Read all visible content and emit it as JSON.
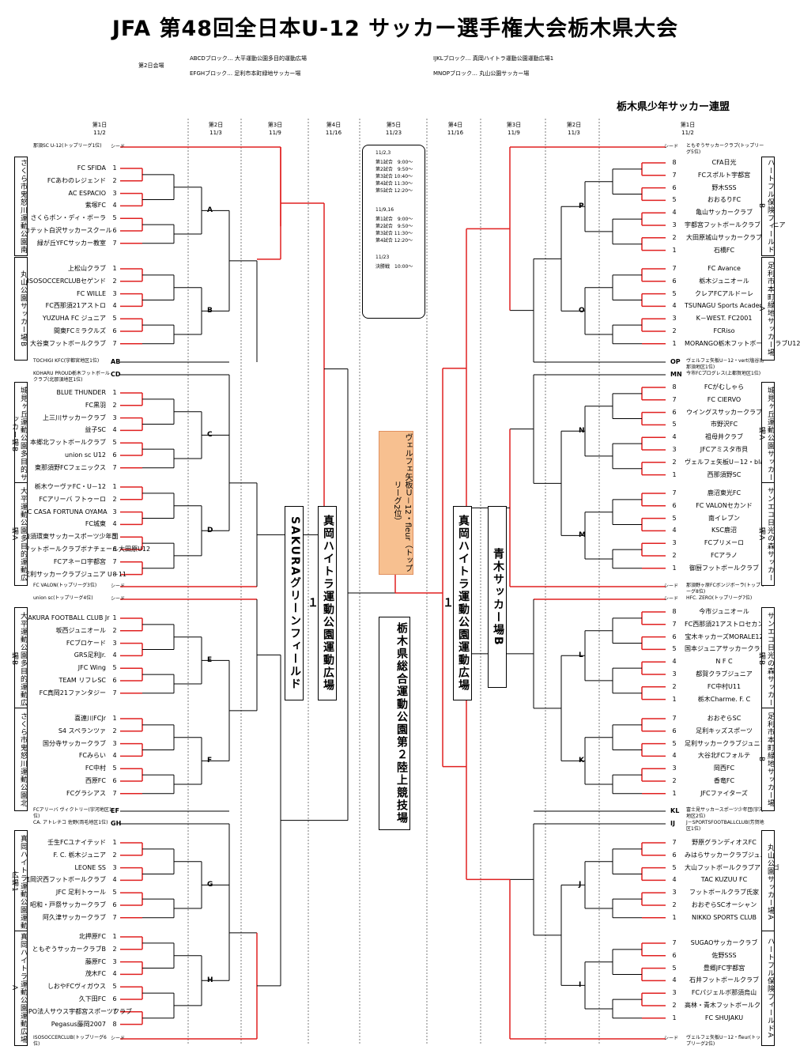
{
  "title": "JFA 第48回全日本U-12 サッカー選手権大会栃木県大会",
  "venue_header": {
    "day2_label": "第2日会場",
    "abcd": "ABCDブロック… 大平運動公園多目的運動広場",
    "efgh": "EFGHブロック… 足利市本町緑地サッカー場",
    "ijkl": "IJKLブロック… 真岡ハイトラ運動公園運動広場1",
    "mnop": "MNOPブロック… 丸山公園サッカー場"
  },
  "organizer": "栃木県少年サッカー連盟",
  "round_headers": [
    {
      "round": "第1日",
      "date": "11/2"
    },
    {
      "round": "第2日",
      "date": "11/3"
    },
    {
      "round": "第3日",
      "date": "11/9"
    },
    {
      "round": "第4日",
      "date": "11/16"
    },
    {
      "round": "第5日",
      "date": "11/23"
    },
    {
      "round": "第4日",
      "date": "11/16"
    },
    {
      "round": "第3日",
      "date": "11/9"
    },
    {
      "round": "第2日",
      "date": "11/3"
    },
    {
      "round": "第1日",
      "date": "11/2"
    }
  ],
  "schedule": {
    "d1": "11/2,3",
    "d1_rows": [
      "第1試合　9:00～",
      "第2試合　9:50～",
      "第3試合 10:40～",
      "第4試合 11:30～",
      "第5試合 12:20～"
    ],
    "d2": "11/9,16",
    "d2_rows": [
      "第1試合　9:00～",
      "第2試合　9:50～",
      "第3試合 11:30～",
      "第4試合 12:20～"
    ],
    "d3": "11/23",
    "d3_rows": [
      "決勝戦　10:00～"
    ]
  },
  "center_seed": "ヴェルフェ矢板Ｕ－12・fleur（トップリーグ2位）",
  "venues": {
    "sakura_green": "SAKURAグリーンフィールド",
    "moka_left": "真岡ハイトラ運動公園運動広場１",
    "moka_right": "真岡ハイトラ運動公園運動広場１",
    "aoki": "青木サッカー場B",
    "final": "栃木県総合運動公園第２陸上競技場"
  },
  "left_venues": [
    "さくら市鬼怒川運動公園南",
    "丸山公園サッカー場B",
    "城見ヶ丘運動公園多目的サッカー場B",
    "大平運動公園多目的運動広場A",
    "大平運動公園多目的運動広場B",
    "さくら市鬼怒川運動公園北",
    "真岡ハイトラ運動公園運動広場1",
    "真岡ハイトラ運動公園運動広場A"
  ],
  "right_venues": [
    "ハートフル保険フィールドB",
    "足利市本町緑地サッカー場A",
    "城見ヶ丘運動公園サッカー場A",
    "サンエコ日光の森サッカー場A",
    "サンエコ日光の森サッカー場B",
    "足利市本町緑地サッカー場B",
    "丸山公園サッカー場A",
    "ハートフル保険フィールドA"
  ],
  "left_teams": [
    {
      "n": "",
      "t": "那須SC U-12(トップリーグ1位)",
      "seed": true
    },
    {
      "n": "1",
      "t": "FC SFIDA"
    },
    {
      "n": "2",
      "t": "FCあわのレジェンド"
    },
    {
      "n": "3",
      "t": "AC ESPACIO"
    },
    {
      "n": "4",
      "t": "紫塚FC"
    },
    {
      "n": "5",
      "t": "さくらボン・ディ・ボーラ"
    },
    {
      "n": "6",
      "t": "カテット白沢サッカースクール"
    },
    {
      "n": "7",
      "t": "緑が丘YFCサッカー教室"
    },
    {
      "n": "1",
      "t": "上松山クラブ"
    },
    {
      "n": "2",
      "t": "ISOSOCCERCLUBセゲンド"
    },
    {
      "n": "3",
      "t": "FC WILLE"
    },
    {
      "n": "4",
      "t": "FC西那須21アストロ"
    },
    {
      "n": "5",
      "t": "YUZUHA FC ジュニア"
    },
    {
      "n": "6",
      "t": "間東FCミラクルズ"
    },
    {
      "n": "7",
      "t": "大谷東フットボールクラブ"
    },
    {
      "n": "AB",
      "t": "TOCHIGI KFC(宇都宮地区1位)",
      "seed": true
    },
    {
      "n": "CD",
      "t": "KOHARU PROUD栃木フットボールクラブ(北那須地区1位)",
      "seed": true
    },
    {
      "n": "1",
      "t": "BLUE THUNDER"
    },
    {
      "n": "2",
      "t": "FC黒羽"
    },
    {
      "n": "3",
      "t": "上三川サッカークラブ"
    },
    {
      "n": "4",
      "t": "益子SC"
    },
    {
      "n": "5",
      "t": "本郷北フットボールクラブ"
    },
    {
      "n": "6",
      "t": "union sc U12"
    },
    {
      "n": "7",
      "t": "東那須野FCフェニックス"
    },
    {
      "n": "1",
      "t": "栃木ウーヴァFC・U－12"
    },
    {
      "n": "2",
      "t": "FCアリーバ フトゥーロ"
    },
    {
      "n": "3",
      "t": "FC CASA FORTUNA OYAMA"
    },
    {
      "n": "4",
      "t": "FC城東"
    },
    {
      "n": "5",
      "t": "清須環東サッカースポーツ少年団"
    },
    {
      "n": "6",
      "t": "フットボールクラブボナチェール大田原U12"
    },
    {
      "n": "7",
      "t": "FCアネーロ宇都宮"
    },
    {
      "n": "8",
      "t": "足利サッカークラブジュニア U－11"
    },
    {
      "n": "",
      "t": "FC VALON(トップリーグ3位)",
      "seed": true
    },
    {
      "n": "",
      "t": "union sc(トップリーグ4位)",
      "seed": true
    },
    {
      "n": "1",
      "t": "SAKURA FOOTBALL CLUB Jr"
    },
    {
      "n": "2",
      "t": "坂西ジュニオール"
    },
    {
      "n": "3",
      "t": "FCブロケード"
    },
    {
      "n": "4",
      "t": "GRS足利Jr."
    },
    {
      "n": "5",
      "t": "JFC Wing"
    },
    {
      "n": "6",
      "t": "TEAM リフレSC"
    },
    {
      "n": "7",
      "t": "FC真岡21ファンタジー"
    },
    {
      "n": "1",
      "t": "喜連川FCJr"
    },
    {
      "n": "2",
      "t": "S4 スペランツァ"
    },
    {
      "n": "3",
      "t": "国分寺サッカークラブ"
    },
    {
      "n": "4",
      "t": "FCみらい"
    },
    {
      "n": "5",
      "t": "FC中村"
    },
    {
      "n": "6",
      "t": "西原FC"
    },
    {
      "n": "7",
      "t": "FCグラシアス"
    },
    {
      "n": "EF",
      "t": "FCアリーバ ヴィクトリー(宇河地区1位)",
      "seed": true
    },
    {
      "n": "GH",
      "t": "CA. アトレチコ 佐野(両毛地区1位)",
      "seed": true
    },
    {
      "n": "1",
      "t": "壬生FCユナイテッド"
    },
    {
      "n": "2",
      "t": "F. C. 栃木ジュニア"
    },
    {
      "n": "3",
      "t": "LEONE SS"
    },
    {
      "n": "4",
      "t": "真岡沢西フットボールクラブ"
    },
    {
      "n": "5",
      "t": "JFC 足利トゥール"
    },
    {
      "n": "6",
      "t": "昭和・戸祭サッカークラブ"
    },
    {
      "n": "7",
      "t": "阿久津サッカークラブ"
    },
    {
      "n": "1",
      "t": "北押原FC"
    },
    {
      "n": "2",
      "t": "ともぞうサッカークラブB"
    },
    {
      "n": "3",
      "t": "藤原FC"
    },
    {
      "n": "4",
      "t": "茂木FC"
    },
    {
      "n": "5",
      "t": "しおやFCヴィガウス"
    },
    {
      "n": "6",
      "t": "久下田FC"
    },
    {
      "n": "7",
      "t": "NPO法人サウス宇都宮スポーツクラブ"
    },
    {
      "n": "8",
      "t": "Pegasus藤岡2007"
    },
    {
      "n": "",
      "t": "ISOSOCCERCLUB(トップリーグ6位)",
      "seed": true
    }
  ],
  "right_teams": [
    {
      "n": "",
      "t": "ともぞうサッカークラブ(トップリーグ5位)",
      "seed": true
    },
    {
      "n": "8",
      "t": "CFA日光"
    },
    {
      "n": "7",
      "t": "FCスポルト宇都宮"
    },
    {
      "n": "6",
      "t": "野木SSS"
    },
    {
      "n": "5",
      "t": "おおるりFC"
    },
    {
      "n": "4",
      "t": "亀山サッカークラブ"
    },
    {
      "n": "3",
      "t": "宇都宮フットボールクラブジュニア"
    },
    {
      "n": "2",
      "t": "大田原城山サッカークラブ"
    },
    {
      "n": "1",
      "t": "石橋FC"
    },
    {
      "n": "7",
      "t": "FC Avance"
    },
    {
      "n": "6",
      "t": "栃木ジュニオール"
    },
    {
      "n": "5",
      "t": "クレアFCアルドーレ"
    },
    {
      "n": "4",
      "t": "TSUNAGU Sports Academy"
    },
    {
      "n": "3",
      "t": "K－WEST. FC2001"
    },
    {
      "n": "2",
      "t": "FCRiso"
    },
    {
      "n": "1",
      "t": "MORANGO栃木フットボールクラブU12"
    },
    {
      "n": "OP",
      "t": "ヴェルフェ矢板U－12・vert(塩谷南那須地区1位)",
      "seed": true
    },
    {
      "n": "MN",
      "t": "今市FCプログレス(上都賀地区1位)",
      "seed": true
    },
    {
      "n": "8",
      "t": "FCがむしゃら"
    },
    {
      "n": "7",
      "t": "FC CIERVO"
    },
    {
      "n": "6",
      "t": "ウイングスサッカークラブ"
    },
    {
      "n": "5",
      "t": "市野沢FC"
    },
    {
      "n": "4",
      "t": "祖母井クラブ"
    },
    {
      "n": "3",
      "t": "JFCアミスタ市貝"
    },
    {
      "n": "2",
      "t": "ヴェルフェ矢板U－12・blanc"
    },
    {
      "n": "1",
      "t": "西那須野SC"
    },
    {
      "n": "7",
      "t": "鹿沼東光FC"
    },
    {
      "n": "6",
      "t": "FC VALONセカンド"
    },
    {
      "n": "5",
      "t": "南イレブン"
    },
    {
      "n": "4",
      "t": "KSC鹿沼"
    },
    {
      "n": "3",
      "t": "FCプリメーロ"
    },
    {
      "n": "2",
      "t": "FCアラノ"
    },
    {
      "n": "1",
      "t": "御厨フットボールクラブ"
    },
    {
      "n": "",
      "t": "那須野ヶ原FCボンジボーラ(トップリーグ8位)",
      "seed": true
    },
    {
      "n": "",
      "t": "HFC. ZERO(トップリーグ7位)",
      "seed": true
    },
    {
      "n": "8",
      "t": "今市ジュニオール"
    },
    {
      "n": "7",
      "t": "FC西那須21アストロセカンド"
    },
    {
      "n": "6",
      "t": "宝木キッカーズMORALE12"
    },
    {
      "n": "5",
      "t": "国本ジュニアサッカークラブ"
    },
    {
      "n": "4",
      "t": "N F C"
    },
    {
      "n": "3",
      "t": "都賀クラブジュニア"
    },
    {
      "n": "2",
      "t": "FC中村U11"
    },
    {
      "n": "1",
      "t": "栃木Charme. F. C"
    },
    {
      "n": "7",
      "t": "おおぞらSC"
    },
    {
      "n": "6",
      "t": "足利キッズスポーツ"
    },
    {
      "n": "5",
      "t": "足利サッカークラブジュニア"
    },
    {
      "n": "4",
      "t": "大谷北FCフォルテ"
    },
    {
      "n": "3",
      "t": "岡西FC"
    },
    {
      "n": "2",
      "t": "香竜FC"
    },
    {
      "n": "1",
      "t": "JFCファイターズ"
    },
    {
      "n": "KL",
      "t": "富士見サッカースポーツ少年団(宇河地区2位)",
      "seed": true
    },
    {
      "n": "IJ",
      "t": "J－SPORTSFOOTBALLCLUB(芳賀地区1位)",
      "seed": true
    },
    {
      "n": "7",
      "t": "野原グランディオスFC"
    },
    {
      "n": "6",
      "t": "みはらサッカークラブジュニア"
    },
    {
      "n": "5",
      "t": "大山フットボールクラブアミーゴ"
    },
    {
      "n": "4",
      "t": "TAC KUZUU FC"
    },
    {
      "n": "3",
      "t": "フットボールクラブ氏家"
    },
    {
      "n": "2",
      "t": "おおぞらSCオーシャン"
    },
    {
      "n": "1",
      "t": "NIKKO SPORTS CLUB"
    },
    {
      "n": "7",
      "t": "SUGAOサッカークラブ"
    },
    {
      "n": "6",
      "t": "佐野SSS"
    },
    {
      "n": "5",
      "t": "豊郷JFC宇都宮"
    },
    {
      "n": "4",
      "t": "石井フットボールクラブ"
    },
    {
      "n": "3",
      "t": "FCパジェルボ那須烏山"
    },
    {
      "n": "2",
      "t": "高林・青木フットボールクラブ"
    },
    {
      "n": "1",
      "t": "FC SHUJAKU"
    },
    {
      "n": "",
      "t": "ヴェルフェ矢板U－12・fleur(トップリーグ2位)",
      "seed": true
    }
  ],
  "seed_tag": "シード",
  "block_letters_left": [
    "A",
    "B",
    "C",
    "D",
    "E",
    "F",
    "G",
    "H"
  ],
  "block_letters_right": [
    "P",
    "O",
    "N",
    "M",
    "L",
    "K",
    "J",
    "I"
  ]
}
